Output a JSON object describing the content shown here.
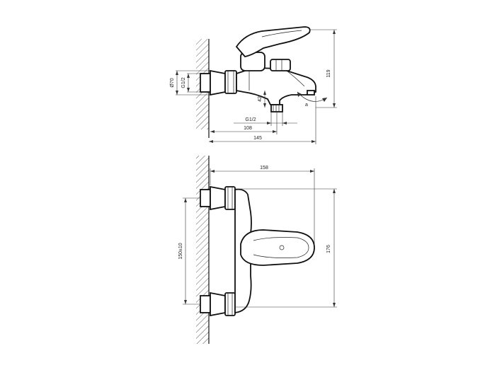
{
  "dimensions": {
    "side": {
      "height": "119",
      "spout_height": "42",
      "diameter": "Ø70",
      "inlet_thread": "G1/2",
      "outlet_thread": "G1/2",
      "outlet_offset": "108",
      "total_depth": "145"
    },
    "front": {
      "width": "158",
      "centers": "150±10",
      "height": "176"
    }
  }
}
